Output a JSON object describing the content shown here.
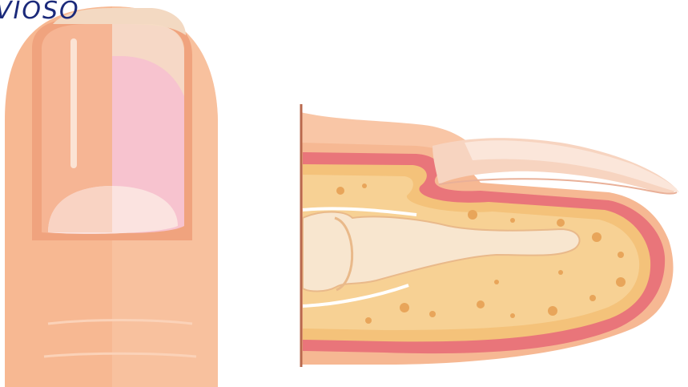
{
  "caption": {
    "text": "VIOSO"
  },
  "illustration": {
    "left_panel": "nail-front-view",
    "right_panel": "fingertip-cross-section",
    "colors": {
      "skin": "#f6b893",
      "skin_light": "#f9c9ab",
      "nail_pink": "#f7c3cf",
      "nail_edge": "#f3d9c2",
      "dermis_red": "#e9757a",
      "fat_yellow": "#f4c27a",
      "bone": "#f8e6cf",
      "title_blue": "#1b2a7a"
    }
  }
}
